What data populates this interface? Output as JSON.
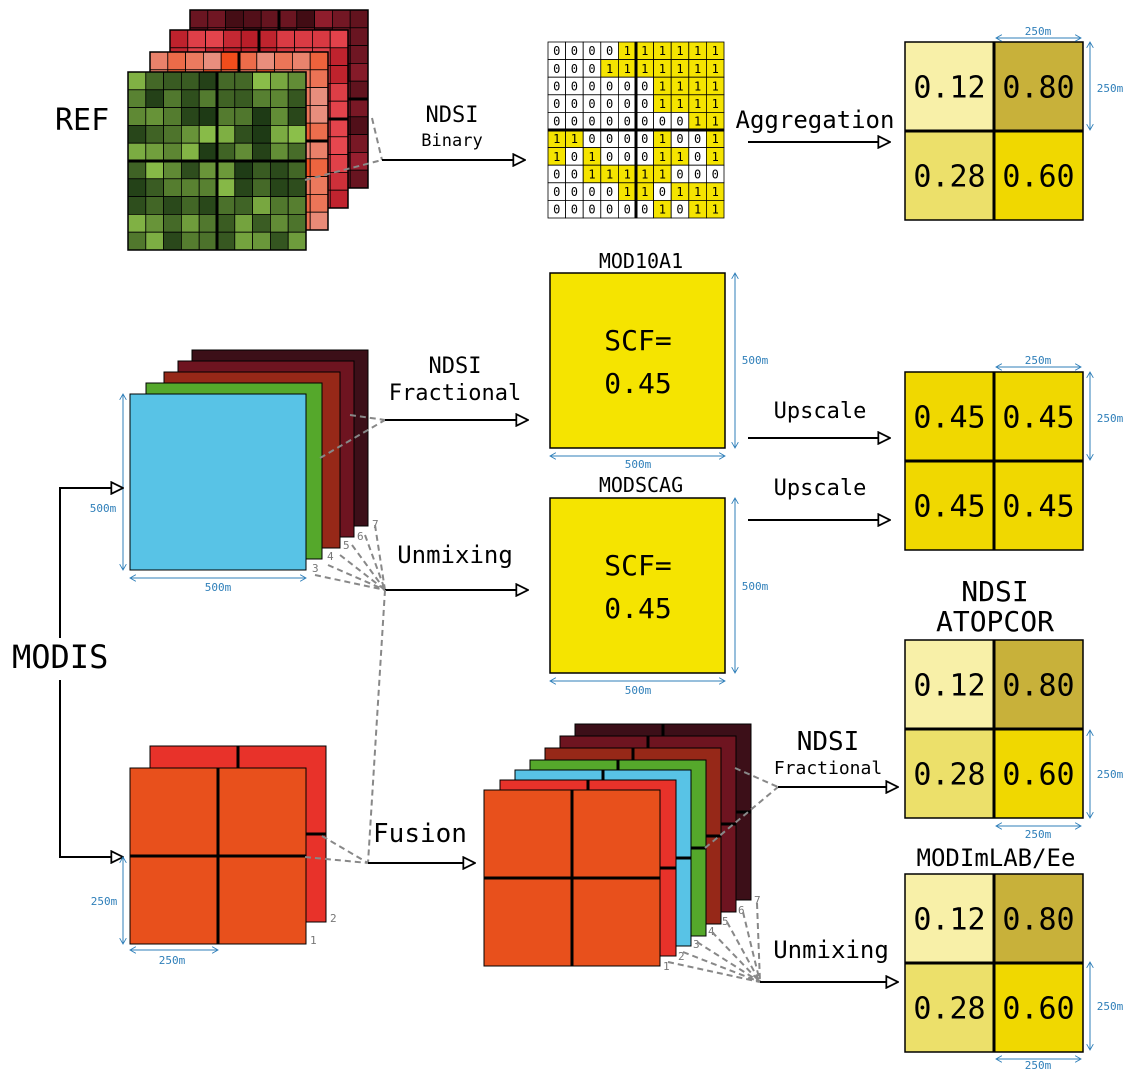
{
  "labels": {
    "ref": "REF",
    "modis": "MODIS",
    "ndsi": "NDSI",
    "binary": "Binary",
    "fractional": "Fractional",
    "aggregation": "Aggregation",
    "upscale": "Upscale",
    "unmixing": "Unmixing",
    "fusion": "Fusion",
    "mod10a1": "MOD10A1",
    "modscag": "MODSCAG",
    "atopcor": "ATOPCOR",
    "modimlab": "MODImLAB/Ee",
    "scf": "SCF=",
    "scf_value": "0.45"
  },
  "dims": {
    "d500": "500m",
    "d250": "250m"
  },
  "band_numbers": [
    "1",
    "2",
    "3",
    "4",
    "5",
    "6",
    "7"
  ],
  "binary_grid": [
    [
      0,
      0,
      0,
      0,
      1,
      1,
      1,
      1,
      1,
      1
    ],
    [
      0,
      0,
      0,
      1,
      1,
      1,
      1,
      1,
      1,
      1
    ],
    [
      0,
      0,
      0,
      0,
      0,
      0,
      1,
      1,
      1,
      1
    ],
    [
      0,
      0,
      0,
      0,
      0,
      0,
      1,
      1,
      1,
      1
    ],
    [
      0,
      0,
      0,
      0,
      0,
      0,
      0,
      0,
      1,
      1
    ],
    [
      1,
      1,
      0,
      0,
      0,
      0,
      1,
      0,
      0,
      1
    ],
    [
      1,
      0,
      1,
      0,
      0,
      0,
      1,
      1,
      0,
      1
    ],
    [
      0,
      0,
      1,
      1,
      1,
      1,
      1,
      0,
      0,
      0
    ],
    [
      0,
      0,
      0,
      0,
      1,
      1,
      0,
      1,
      1,
      1
    ],
    [
      0,
      0,
      0,
      0,
      0,
      0,
      1,
      0,
      1,
      1
    ]
  ],
  "fsc_ref": [
    "0.12",
    "0.80",
    "0.28",
    "0.60"
  ],
  "fsc_mod10a1": [
    "0.45",
    "0.45",
    "0.45",
    "0.45"
  ],
  "fsc_atopcor": [
    "0.12",
    "0.80",
    "0.28",
    "0.60"
  ],
  "fsc_modimlab": [
    "0.12",
    "0.80",
    "0.28",
    "0.60"
  ],
  "colors": {
    "yellow": "#f5e400",
    "fsc_low": "#f8f0a8",
    "fsc_high": "#c8b13a",
    "fsc_mid_low": "#ece06a",
    "fsc_mid_high": "#f0d800",
    "blue_band": "#58c3e6",
    "green_band": "#55a82b",
    "orange_band": "#e8501c",
    "dim_arrow": "#2f7fb9"
  }
}
